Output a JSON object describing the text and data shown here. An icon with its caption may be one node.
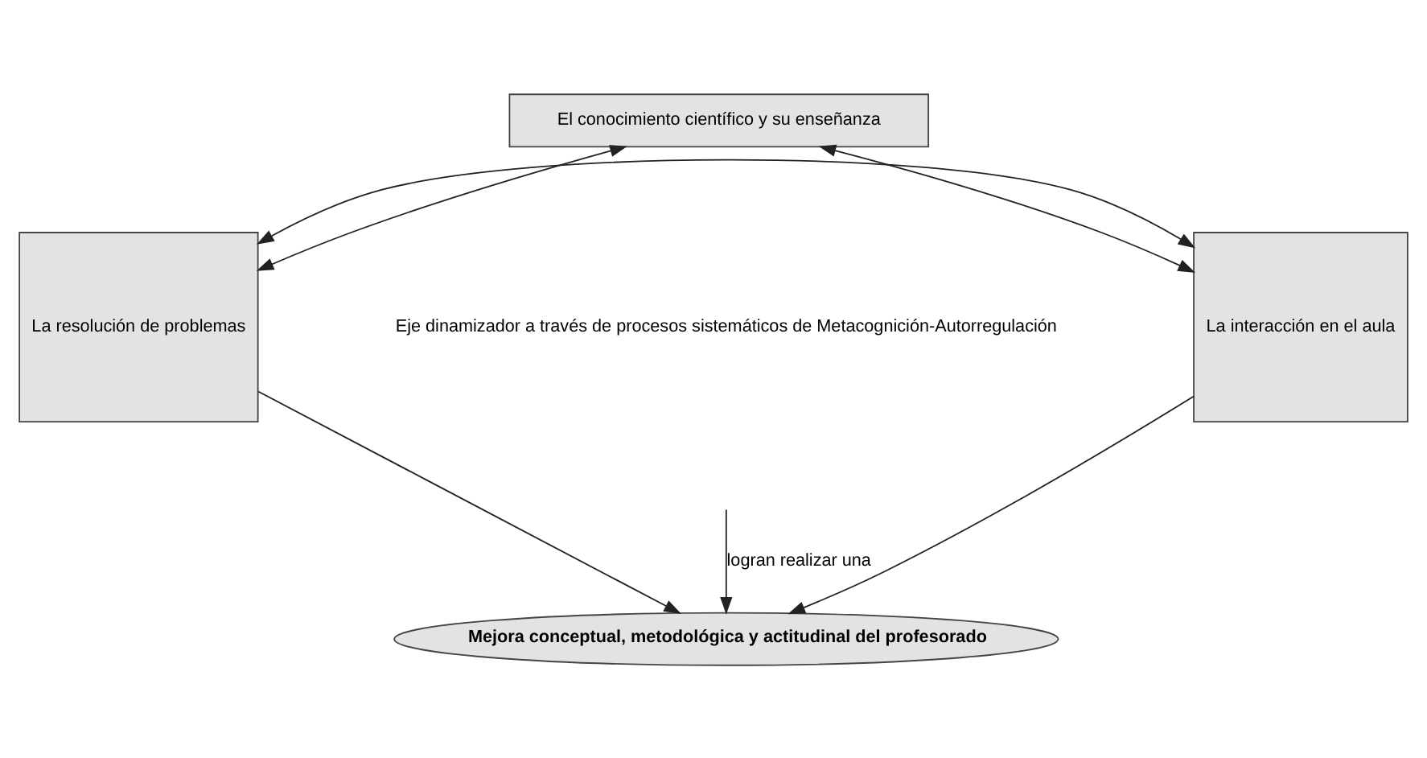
{
  "diagram": {
    "nodes": [
      {
        "text": [
          "El conocimiento científico y su enseñanza"
        ]
      },
      {
        "text": [
          "La resolución de problemas"
        ]
      },
      {
        "text": [
          "La interacción en el aula"
        ]
      },
      {
        "text": [
          "Mejora conceptual, metodológica y actitudinal del profesorado"
        ]
      }
    ],
    "edges": [
      {
        "from": 0,
        "to": 1,
        "arrow": "both"
      },
      {
        "from": 0,
        "to": 2,
        "arrow": "both"
      },
      {
        "from": 1,
        "to": 2,
        "arrow": "both"
      },
      {
        "from": 1,
        "to": 3,
        "arrow": "to"
      },
      {
        "from": 2,
        "to": 3,
        "arrow": "to"
      },
      {
        "from": null,
        "to": 3,
        "arrow": "to",
        "label": "logran realizar una"
      }
    ],
    "labels": [
      "Eje dinamizador a través de procesos sistemáticos de Metacognición-Autorregulación"
    ]
  }
}
